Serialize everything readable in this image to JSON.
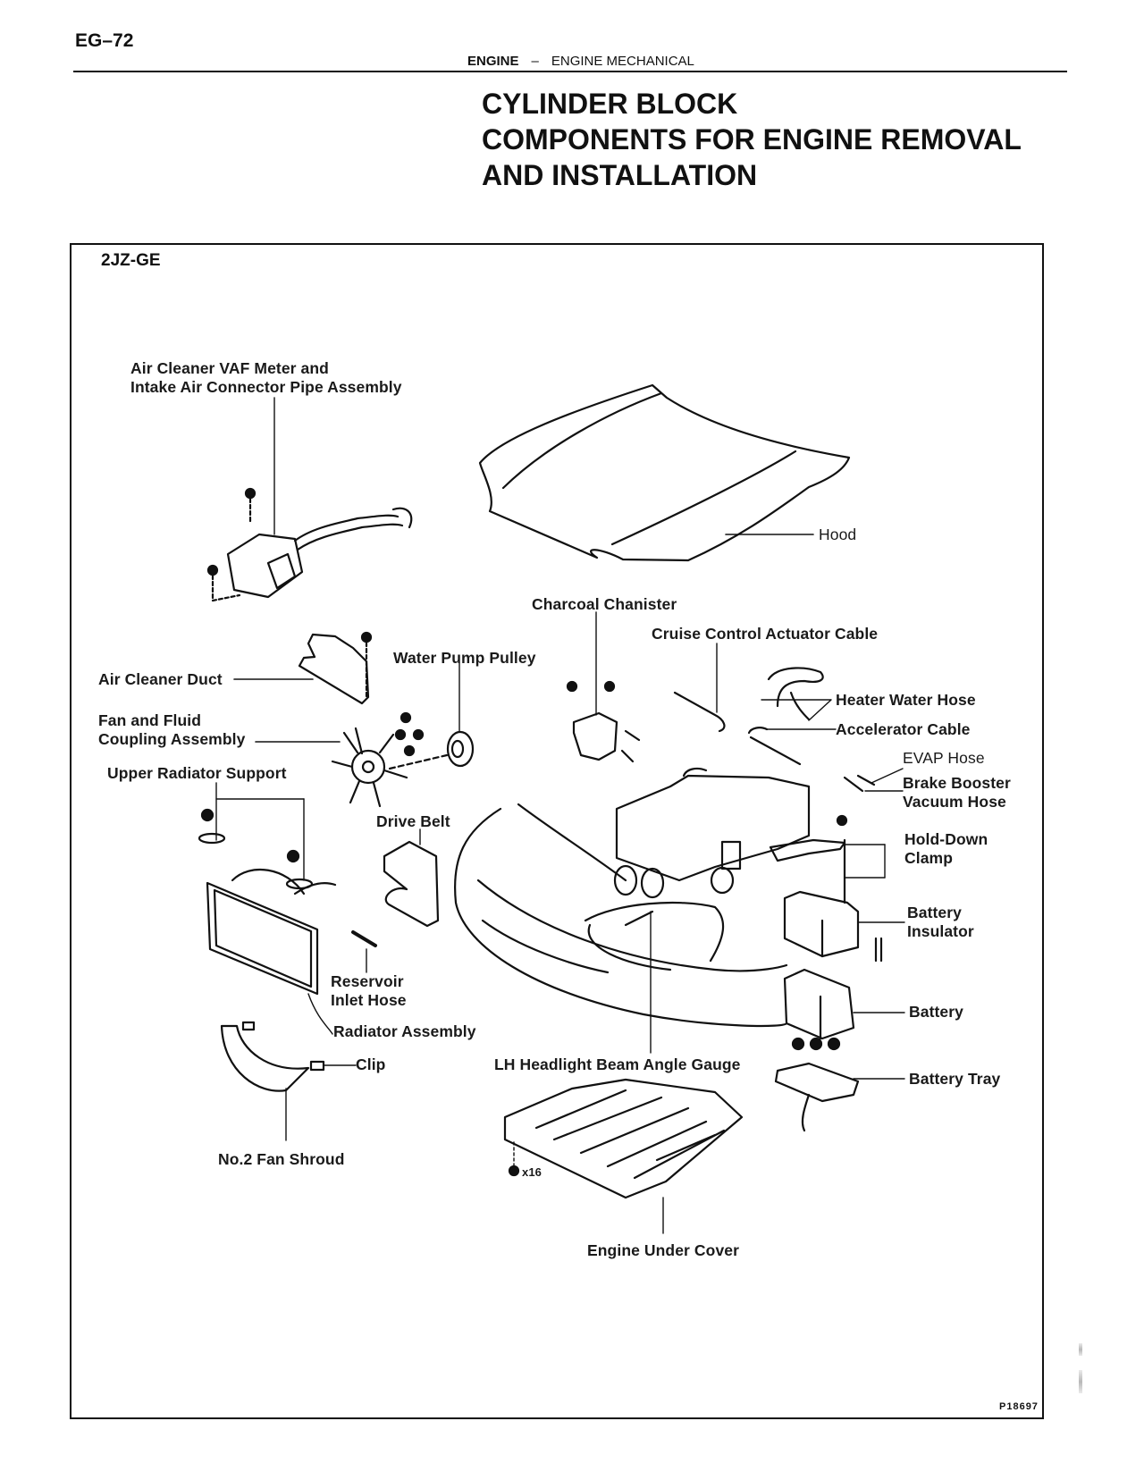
{
  "page": {
    "page_number": "EG–72",
    "section": {
      "major": "ENGINE",
      "separator": "–",
      "minor": "ENGINE MECHANICAL"
    },
    "title_lines": [
      "CYLINDER BLOCK",
      "COMPONENTS FOR ENGINE REMOVAL",
      "AND INSTALLATION"
    ]
  },
  "figure": {
    "engine_code": "2JZ-GE",
    "figure_code": "P18697",
    "fastener_count_label": "x16",
    "labels": {
      "air_cleaner_vaf": [
        "Air Cleaner VAF Meter and",
        "Intake Air Connector Pipe Assembly"
      ],
      "hood": "Hood",
      "charcoal_chanister": "Charcoal Chanister",
      "cruise_control": "Cruise Control Actuator Cable",
      "water_pump_pulley": "Water Pump Pulley",
      "air_cleaner_duct": "Air Cleaner Duct",
      "heater_water_hose": "Heater Water Hose",
      "fan_coupling": [
        "Fan and Fluid",
        "Coupling Assembly"
      ],
      "accelerator_cable": "Accelerator Cable",
      "evap_hose": "EVAP Hose",
      "upper_radiator_support": "Upper Radiator Support",
      "brake_booster": [
        "Brake Booster",
        "Vacuum Hose"
      ],
      "drive_belt": "Drive Belt",
      "hold_down_clamp": [
        "Hold-Down",
        "Clamp"
      ],
      "battery_insulator": [
        "Battery",
        "Insulator"
      ],
      "reservoir_inlet_hose": [
        "Reservoir",
        "Inlet Hose"
      ],
      "battery": "Battery",
      "radiator_assembly": "Radiator Assembly",
      "clip": "Clip",
      "lh_headlight_gauge": "LH Headlight Beam Angle Gauge",
      "battery_tray": "Battery Tray",
      "no2_fan_shroud": "No.2 Fan Shroud",
      "engine_under_cover": "Engine Under Cover"
    }
  }
}
